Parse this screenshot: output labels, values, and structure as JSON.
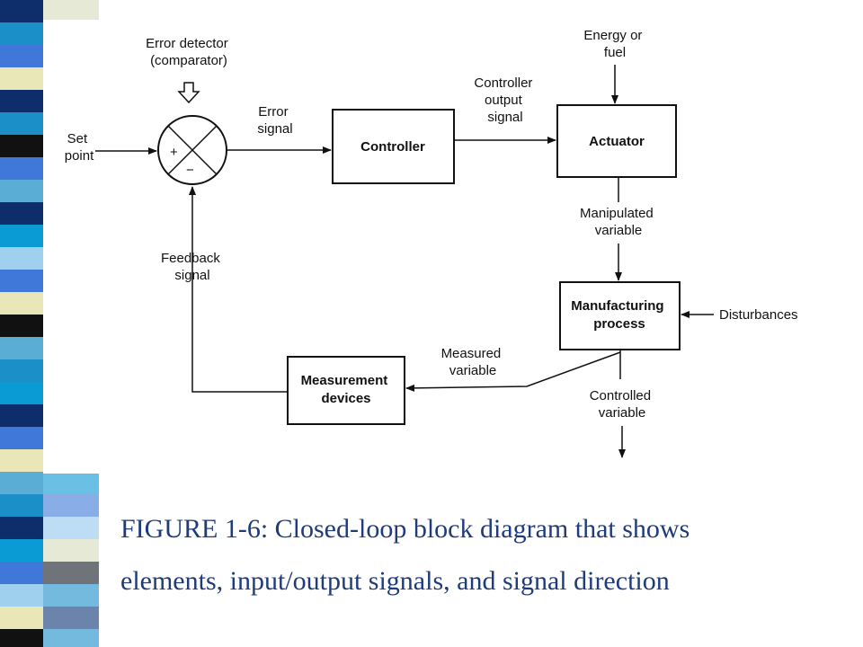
{
  "slide": {
    "stripe_colors": [
      "#0d2e6b",
      "#1a8fc8",
      "#3f78d8",
      "#e9e6b8",
      "#111111",
      "#5aaed6",
      "#0a9ad4",
      "#9fd0ee",
      "#ffffff"
    ]
  },
  "diagram": {
    "error_detector": [
      "Error detector",
      "(comparator)"
    ],
    "set_point": [
      "Set",
      "point"
    ],
    "plus_sign": "+",
    "minus_sign": "−",
    "error_signal": [
      "Error",
      "signal"
    ],
    "controller": "Controller",
    "controller_output": [
      "Controller",
      "output",
      "signal"
    ],
    "energy": [
      "Energy or",
      "fuel"
    ],
    "actuator": "Actuator",
    "manipulated_variable": [
      "Manipulated",
      "variable"
    ],
    "manufacturing_process": [
      "Manufacturing",
      "process"
    ],
    "disturbances": "Disturbances",
    "controlled_variable": [
      "Controlled",
      "variable"
    ],
    "measured_variable": [
      "Measured",
      "variable"
    ],
    "measurement_devices": [
      "Measurement",
      "devices"
    ],
    "feedback_signal": [
      "Feedback",
      "signal"
    ]
  },
  "caption": {
    "line1": "FIGURE 1-6: Closed-loop block diagram that shows",
    "line2": "elements, input/output signals, and signal direction"
  }
}
